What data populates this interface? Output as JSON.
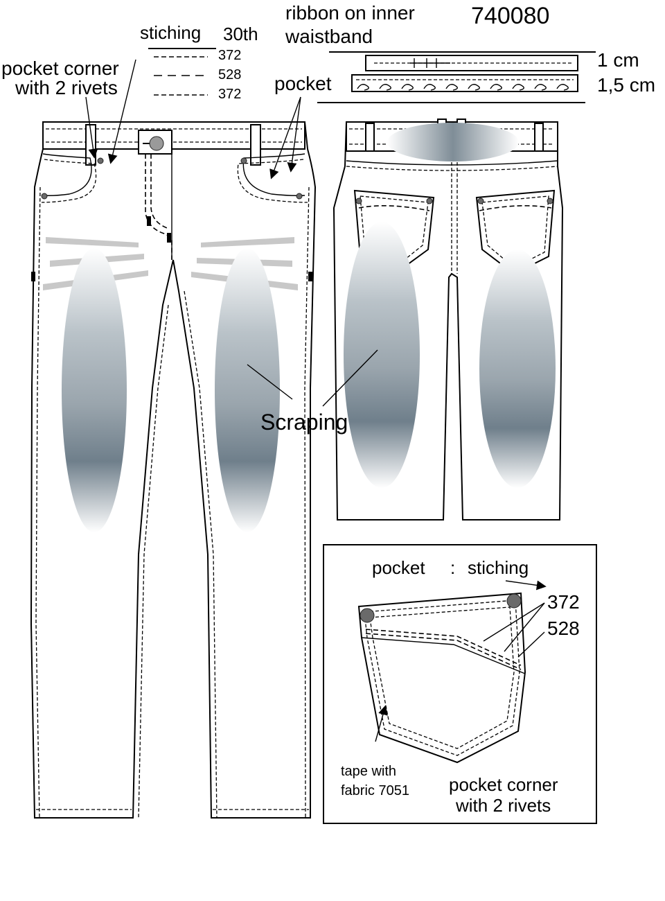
{
  "style_number": "740080",
  "header": {
    "ribbon_label_line1": "ribbon on inner",
    "ribbon_label_line2": "waistband",
    "ribbon_width": "1 cm",
    "pocket_label": "pocket",
    "pocket_width": "1,5 cm"
  },
  "stitching_legend": {
    "title": "stiching",
    "thread": "30th",
    "rows": [
      "372",
      "528",
      "372"
    ]
  },
  "callouts": {
    "front_pocket_corner_line1": "pocket corner",
    "front_pocket_corner_line2": "with 2 rivets",
    "scraping": "Scraping"
  },
  "detail_box": {
    "title_left": "pocket",
    "title_sep": ":",
    "title_right": "stiching",
    "code_1": "372",
    "code_2": "528",
    "tape_line1": "tape with",
    "tape_line2": "fabric 7051",
    "corner_line1": "pocket corner",
    "corner_line2": "with 2 rivets"
  },
  "colors": {
    "wash_light": "#ffffff",
    "wash_dark": "#6f7f8b",
    "rivet": "#6a6a6a",
    "whisker_bar": "#c8c8c8"
  }
}
